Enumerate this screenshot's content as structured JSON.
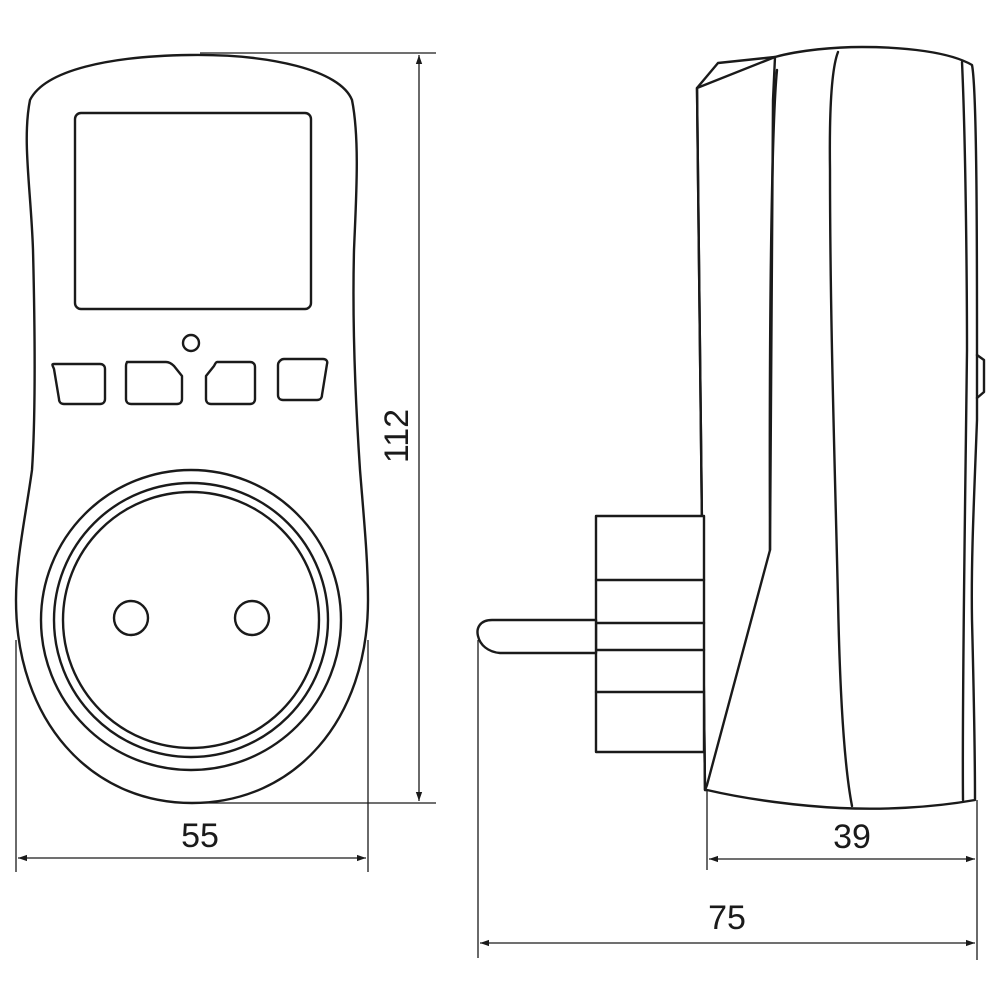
{
  "dimensions": {
    "front_width": "55",
    "front_height": "112",
    "side_body_depth": "39",
    "side_total_depth": "75"
  },
  "colors": {
    "line": "#1a1a1a",
    "background": "#ffffff"
  }
}
